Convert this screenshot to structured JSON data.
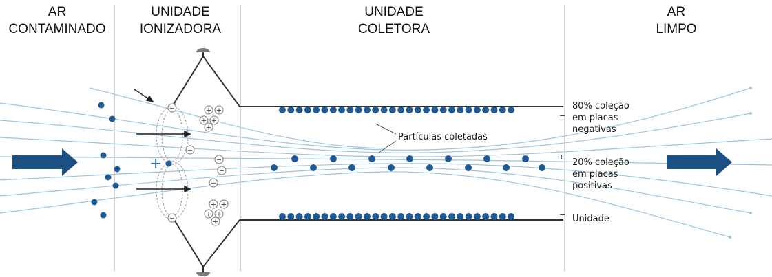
{
  "sections": [
    {
      "line1": "AR",
      "line2": "CONTAMINADO"
    },
    {
      "line1": "UNIDADE",
      "line2": "IONIZADORA"
    },
    {
      "line1": "UNIDADE",
      "line2": "COLETORA"
    },
    {
      "line1": "AR",
      "line2": "LIMPO"
    }
  ],
  "labels": {
    "particles_collected": "Partículas coletadas",
    "negative_collection": [
      "80% coleção",
      "em placas",
      "negativas"
    ],
    "positive_collection": [
      "20% coleção",
      "em placas",
      "positivas"
    ],
    "unit_cutoff": "Unidade"
  },
  "signs": {
    "plus": "+",
    "minus": "−"
  },
  "colors": {
    "particle": "#1f5a96",
    "arrow": "#1c4f82",
    "airflow": "#9cc4dc",
    "divider": "#c8c8c8",
    "plate": "#333333"
  }
}
